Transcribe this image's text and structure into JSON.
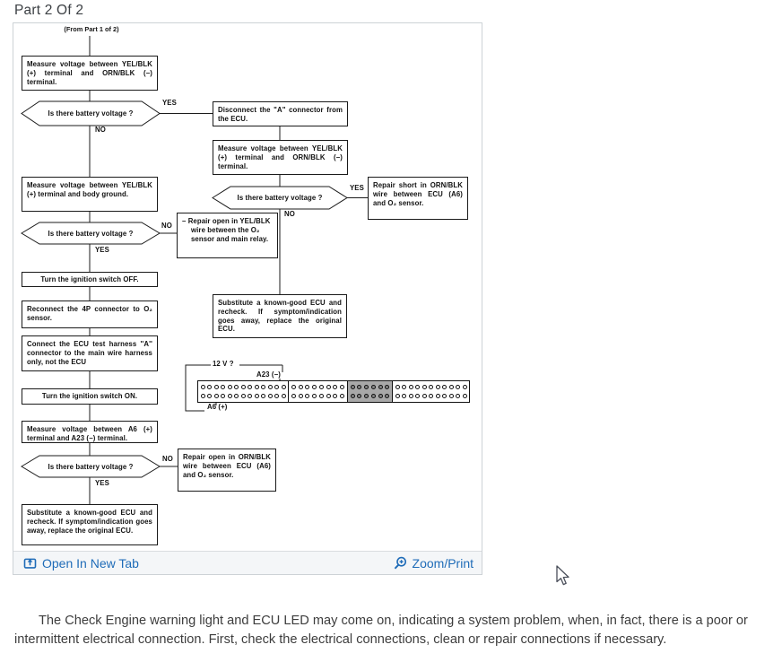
{
  "page": {
    "title": "Part 2 Of 2",
    "body_paragraph": "The Check Engine warning light and ECU LED may come on, indicating a system problem, when, in fact, there is a poor or intermittent electrical connection. First, check the electrical connections, clean or repair connections if necessary."
  },
  "viewer": {
    "footer": {
      "open_in_new_tab": "Open In New Tab",
      "zoom_print": "Zoom/Print",
      "link_color": "#1f6cb8"
    }
  },
  "flowchart": {
    "from_label": "(From Part 1 of 2)",
    "labels": {
      "yes": "YES",
      "no": "NO"
    },
    "nodes": {
      "b1": "Measure voltage between YEL/BLK (+) terminal and ORN/BLK (−) terminal.",
      "d1": "Is there battery voltage ?",
      "b2": "Measure voltage between YEL/BLK (+) terminal and body ground.",
      "d3": "Is there battery voltage ?",
      "b3": "Turn the ignition switch OFF.",
      "b4": "Reconnect the 4P connector to O₂ sensor.",
      "b5": "Connect the ECU test harness ''A'' connector to the main wire harness only, not the ECU",
      "b6": "Turn the ignition switch ON.",
      "b7": "Measure voltage between A6 (+) terminal and A23 (−) terminal.",
      "d4": "Is there battery voltage ?",
      "b8": "Substitute a known-good ECU and recheck. If symptom/indication goes away, replace the original ECU.",
      "r1": "Disconnect the \"A\" connector from the ECU.",
      "r2": "Measure voltage between YEL/BLK (+) terminal and ORN/BLK (−) terminal.",
      "d2": "Is there battery voltage ?",
      "r3": "Repair short in ORN/BLK wire between ECU (A6) and O₂ sensor.",
      "m1": "– Repair open in YEL/BLK wire between the O₂ sensor and main relay.",
      "m2": "Substitute a known-good ECU and recheck. If symptom/indication goes away, replace the original ECU.",
      "r4": "Repair open in ORN/BLK wire between ECU (A6) and O₂ sensor."
    },
    "connector": {
      "voltage_label": "12 V ?",
      "a23_label": "A23 (−)",
      "a6_label": "A6 (+)",
      "sections": [
        {
          "pins": 13,
          "shaded": false
        },
        {
          "pins": 8,
          "shaded": false
        },
        {
          "pins": 6,
          "shaded": true
        },
        {
          "pins": 11,
          "shaded": false
        }
      ]
    }
  }
}
